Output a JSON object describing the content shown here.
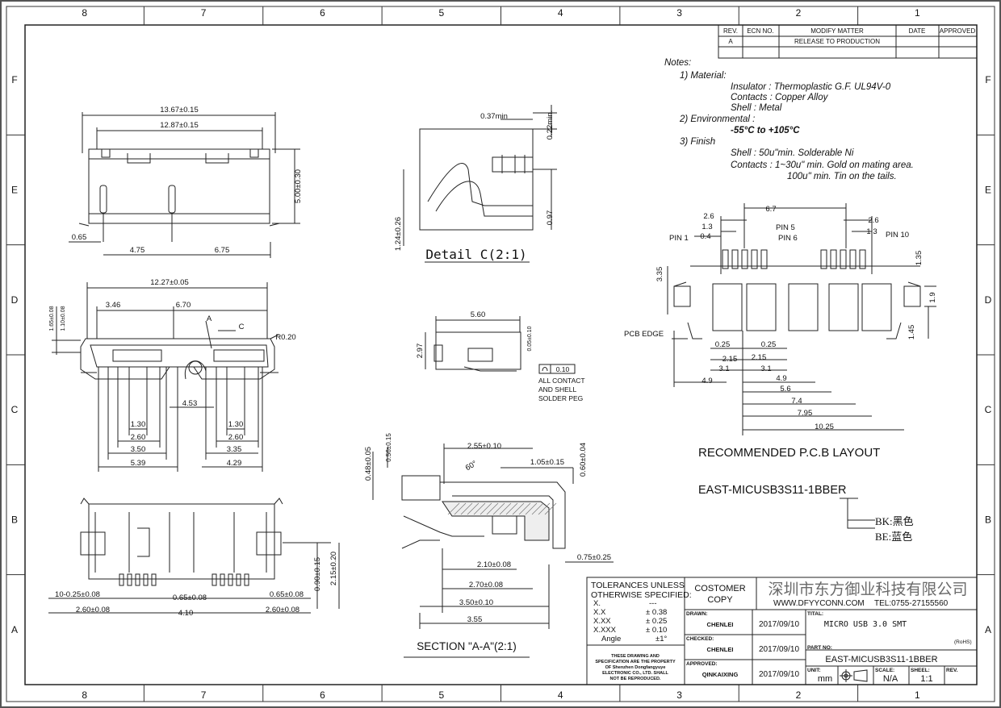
{
  "zones": {
    "cols": [
      "8",
      "7",
      "6",
      "5",
      "4",
      "3",
      "2",
      "1"
    ],
    "rows": [
      "F",
      "E",
      "D",
      "C",
      "B",
      "A"
    ]
  },
  "revision": {
    "headers": [
      "REV.",
      "ECN NO.",
      "MODIFY MATTER",
      "DATE",
      "APPROVED"
    ],
    "row": [
      "A",
      "",
      "RELEASE TO PRODUCTION",
      "",
      ""
    ]
  },
  "notes": {
    "title": "Notes:",
    "lines": [
      "1) Material:",
      "Insulator : Thermoplastic G.F. UL94V-0",
      "Contacts : Copper Alloy",
      "Shell : Metal",
      "2) Environmental :",
      "-55°C  to  +105°C",
      "3) Finish",
      "Shell : 50u\"min. Solderable Ni",
      "Contacts : 1~30u\" min. Gold on mating area.",
      "100u\" min. Tin on the tails."
    ]
  },
  "top_view": {
    "dims": [
      "13.67±0.15",
      "12.87±0.15",
      "5.00±0.30",
      "0.65",
      "4.75",
      "6.75"
    ]
  },
  "front_view": {
    "dims": [
      "12.27±0.05",
      "3.46",
      "6.70",
      "1.65±0.08",
      "1.10±0.08",
      "R0.20",
      "A",
      "C",
      "4.53",
      "1.30",
      "2.60",
      "3.50",
      "5.39",
      "1.30",
      "2.60",
      "3.35",
      "4.29"
    ]
  },
  "bottom_view": {
    "dims": [
      "10-0.25±0.08",
      "0.65±0.08",
      "0.65±0.08",
      "2.60±0.08",
      "4.10",
      "2.60±0.08",
      "2.15±0.20",
      "0.90±0.15"
    ]
  },
  "detail_c": {
    "label": "Detail C(2:1)",
    "dims": [
      "0.37min",
      "0.22min.",
      "1.24±0.26",
      "0.97"
    ]
  },
  "side_view": {
    "dims": [
      "5.60",
      "2.97",
      "0.05±0.10",
      "0.10"
    ],
    "coplanarity": [
      "ALL CONTACT",
      "AND SHELL",
      "SOLDER PEG"
    ]
  },
  "section": {
    "label": "SECTION \"A-A\"(2:1)",
    "dims": [
      "2.55±0.10",
      "0.48±0.05",
      "0.56±0.15",
      "60°",
      "1.05±0.15",
      "0.60±0.04",
      "2.10±0.08",
      "2.70±0.08",
      "3.50±0.10",
      "3.55",
      "0.75±0.25"
    ]
  },
  "pcb_layout": {
    "title": "RECOMMENDED P.C.B LAYOUT",
    "labels": [
      "PIN 1",
      "PIN 5",
      "PIN 6",
      "PIN 10",
      "PCB EDGE"
    ],
    "dims": [
      "6.7",
      "2.6",
      "1.3",
      "0.4",
      "2.6",
      "1.3",
      "1.35",
      "3.35",
      "1.9",
      "1.45",
      "0.25",
      "0.25",
      "2.15",
      "2.15",
      "3.1",
      "3.1",
      "4.9",
      "4.9",
      "5.6",
      "7.4",
      "7.95",
      "10.25"
    ]
  },
  "part_code": {
    "code": "EAST-MICUSB3S11-1BBER",
    "options": [
      "BK:黑色",
      "BE:蓝色"
    ]
  },
  "title_block": {
    "tolerances": {
      "head1": "TOLERANCES UNLESS",
      "head2": "OTHERWISE SPECIFIED:",
      "rows": [
        [
          "X.",
          "---"
        ],
        [
          "X.X",
          "±  0.38"
        ],
        [
          "X.XX",
          "±  0.25"
        ],
        [
          "X.XXX",
          "±  0.10"
        ],
        [
          "Angle",
          "±1°"
        ]
      ],
      "notice": [
        "THESE DRAWING AND",
        "SPECIFICATION ARE THE PROPERTY",
        "OF Shenzhen Dongfangyuye",
        "ELECTRONIC  CO., LTD.  SHALL",
        "NOT BE REPRODUCED."
      ]
    },
    "customer": [
      "COSTOMER",
      "COPY"
    ],
    "company": "深圳市东方御业科技有限公司",
    "website": "WWW.DFYYCONN.COM",
    "tel": "TEL:0755-27155560",
    "drawn_label": "DRAWN:",
    "drawn_by": "CHENLEI",
    "drawn_date": "2017/09/10",
    "checked_label": "CHECKED:",
    "checked_by": "CHENLEI",
    "checked_date": "2017/09/10",
    "approved_label": "APPROVED:",
    "approved_by": "QINKAIXING",
    "approved_date": "2017/09/10",
    "title_label": "TITAL:",
    "title": "MICRO USB 3.0 SMT",
    "rohs": "(RoHS)",
    "partno_label": "PART NO:",
    "partno": "EAST-MICUSB3S11-1BBER",
    "unit_label": "UNIT:",
    "unit": "mm",
    "scale_label": "SCALE:",
    "scale": "N/A",
    "sheet_label": "SHEEL:",
    "sheet": "1:1",
    "rev_label": "REV."
  }
}
